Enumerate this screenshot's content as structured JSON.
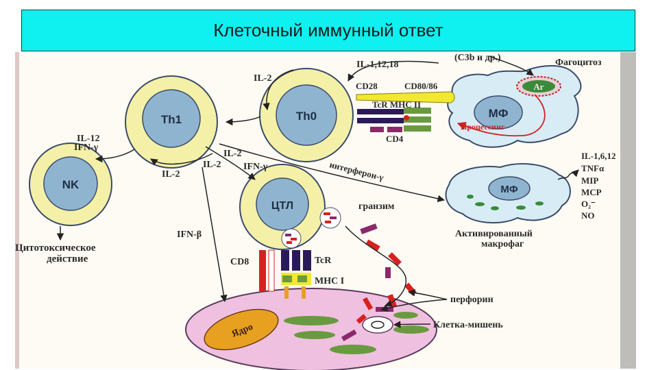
{
  "slide": {
    "title": "Клеточный иммунный ответ"
  },
  "cells": {
    "th1": "Th1",
    "th0": "Th0",
    "nk": "NK",
    "ctl": "ЦТЛ",
    "mf_top": "МФ",
    "mf_activated": "МФ",
    "antigen": "Аг",
    "nucleus": "Ядро"
  },
  "labels": {
    "il1": "IL-1,12,18",
    "c3b": "(C3b и др.)",
    "phagocyte": "Фагоцитоз",
    "il2_top": "IL-2",
    "cd28": "CD28",
    "cd80": "CD80/86",
    "tcr_mhc2": "TcR MHC II",
    "processing": "Процессинг",
    "cd4": "CD4",
    "il12": "IL-12",
    "ifn_g1": "IFN-γ",
    "il2_mid": "IL-2",
    "il2_ifn": "IL-2",
    "ifn_g2": "IFN-γ",
    "interferon": "интерферон-γ",
    "il2_low": "IL-2",
    "cytokines": [
      "IL-1,6,12",
      "TNFα",
      "MIP",
      "MCP",
      "O₂⁻",
      "NO"
    ],
    "granzyme": "гранзим",
    "activated_mf_1": "Активированный",
    "activated_mf_2": "макрофаг",
    "ifn_b": "IFN-β",
    "cytotoxic_1": "Цитотоксическое",
    "cytotoxic_2": "действие",
    "cd8": "CD8",
    "tcr": "TcR",
    "mhc1": "MHC I",
    "perforin": "перфорин",
    "target_cell": "Клетка-мишень"
  },
  "colors": {
    "title_bg": "#0ff0f0",
    "cell_ring": "#f4f0a8",
    "nucleus": "#8fb4cf",
    "macrophage": "#d8ecf6",
    "target_cell": "#f0c0e0",
    "granule_red": "#d82020",
    "granule_purple": "#8a2a6a",
    "receptor_dark": "#2a1a5a"
  }
}
